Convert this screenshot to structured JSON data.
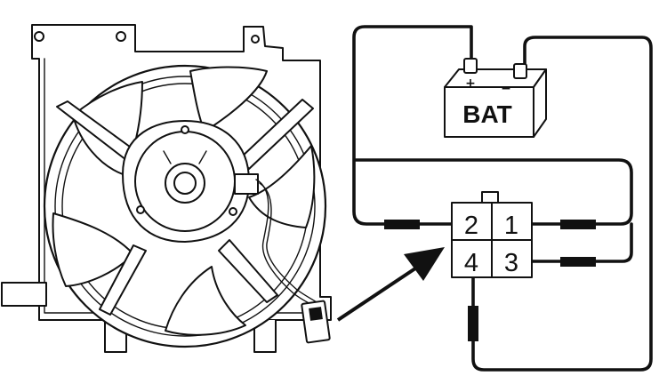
{
  "battery": {
    "label": "BAT",
    "positive_symbol": "+",
    "negative_symbol": "−"
  },
  "connector": {
    "pins": [
      "2",
      "1",
      "4",
      "3"
    ]
  }
}
